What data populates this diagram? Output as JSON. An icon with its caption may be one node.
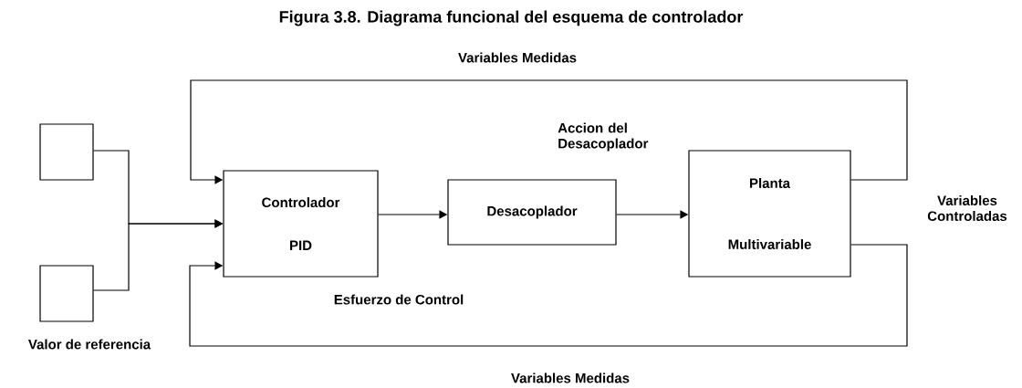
{
  "diagram": {
    "title": "Figura 3.8. Diagrama funcional del esquema de controlador",
    "nodes": [
      {
        "text": [],
        "shape": "box"
      },
      {
        "text": [],
        "shape": "box"
      },
      {
        "text": [
          "Controlador",
          "PID"
        ]
      },
      {
        "text": [
          "Desacoplador"
        ]
      },
      {
        "text": [
          "Planta",
          "Multivariable"
        ]
      }
    ],
    "edges": [
      {
        "from": 0,
        "to": 2,
        "arrow": "to"
      },
      {
        "from": 1,
        "to": 2,
        "arrow": "to"
      },
      {
        "from": 2,
        "to": 3,
        "arrow": "to"
      },
      {
        "from": 3,
        "to": 4,
        "arrow": "to"
      },
      {
        "from": 4,
        "to": 2,
        "arrow": "to"
      },
      {
        "from": 4,
        "to": 2,
        "arrow": "to"
      }
    ],
    "labels": [
      "Variables Medidas",
      "Accion del Desacoplador",
      "Variables Controladas",
      "Esfuerzo de Control",
      "Valor de referencia",
      "Variables Medidas"
    ]
  }
}
